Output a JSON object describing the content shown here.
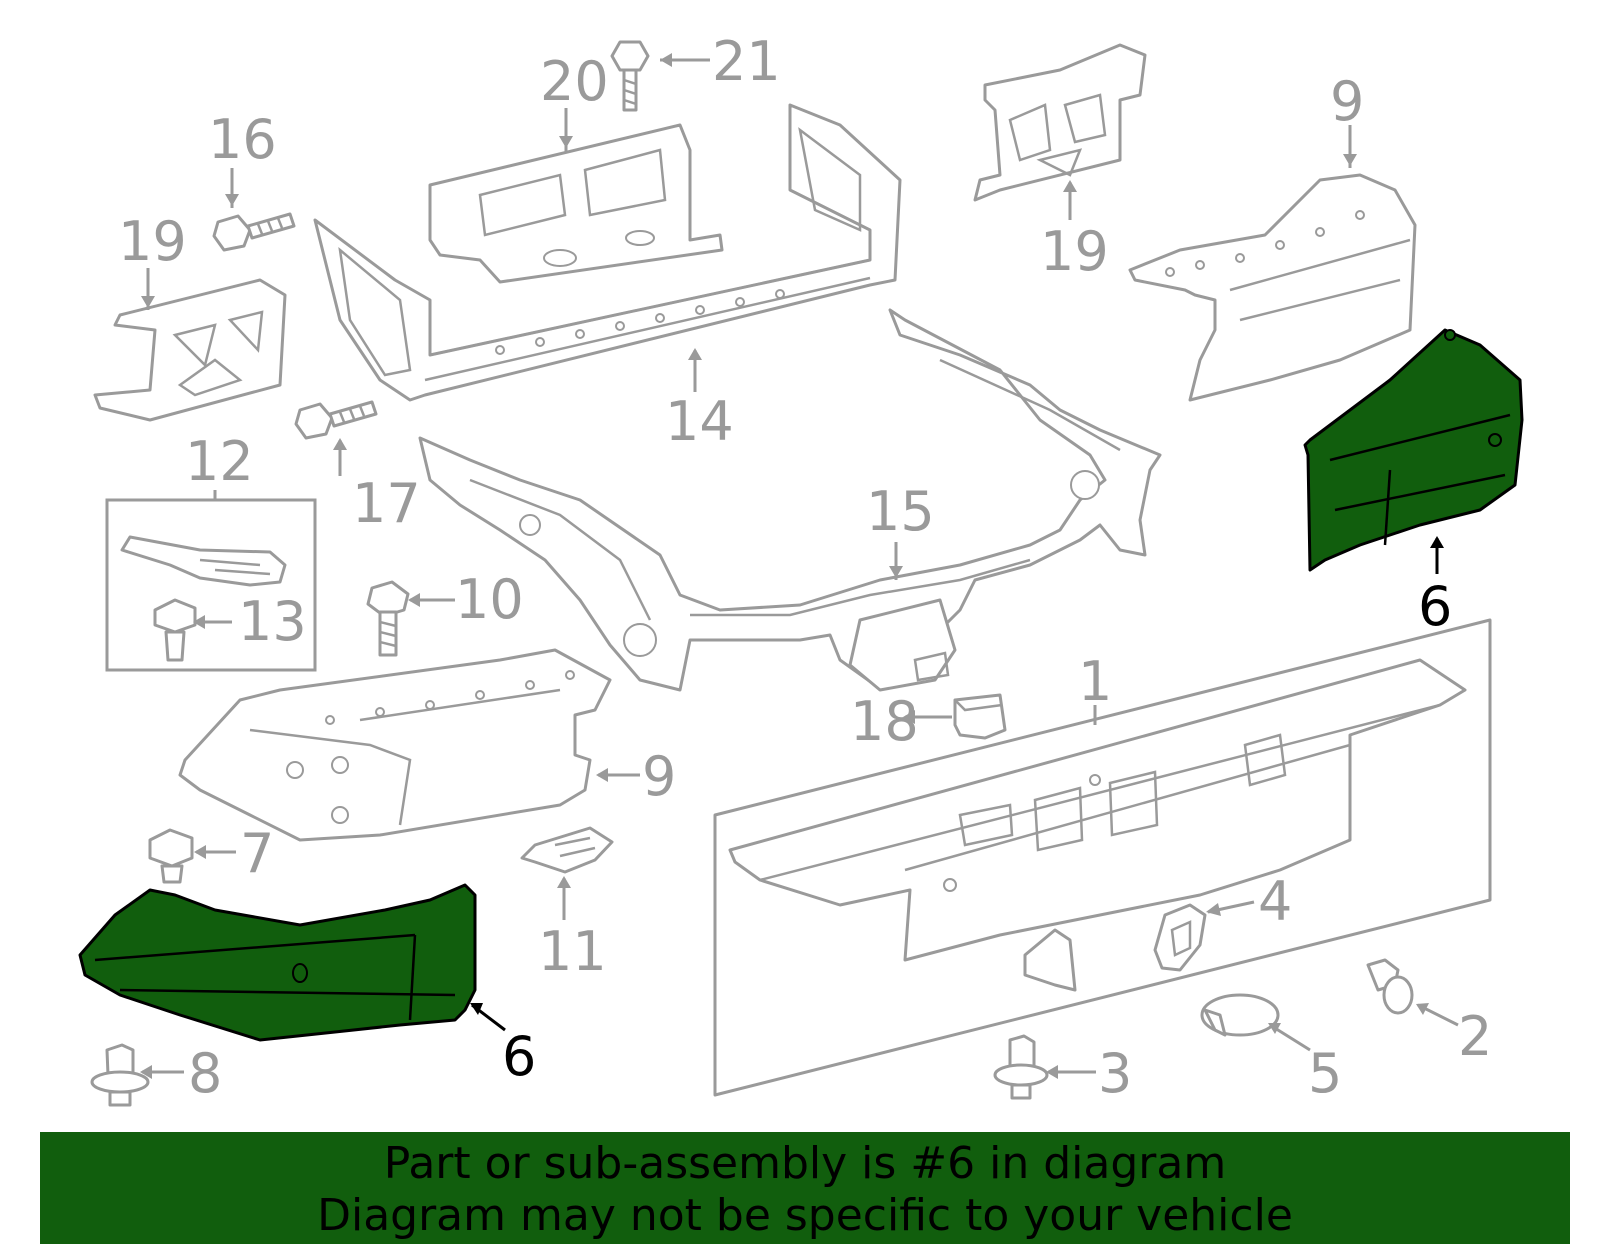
{
  "callouts": {
    "c1": "1",
    "c2": "2",
    "c3": "3",
    "c4": "4",
    "c5": "5",
    "c6a": "6",
    "c6b": "6",
    "c7": "7",
    "c8": "8",
    "c9a": "9",
    "c9b": "9",
    "c10": "10",
    "c11": "11",
    "c12": "12",
    "c13": "13",
    "c14": "14",
    "c15": "15",
    "c16": "16",
    "c17": "17",
    "c18": "18",
    "c19a": "19",
    "c19b": "19",
    "c20": "20",
    "c21": "21"
  },
  "banner": {
    "line1": "Part or sub-assembly is #6 in diagram",
    "line2": "Diagram may not be specific to your vehicle"
  },
  "colors": {
    "highlight": "#115e0d",
    "part_line": "#9a9a9a",
    "highlight_outline": "#000000"
  },
  "highlighted_part": "6"
}
